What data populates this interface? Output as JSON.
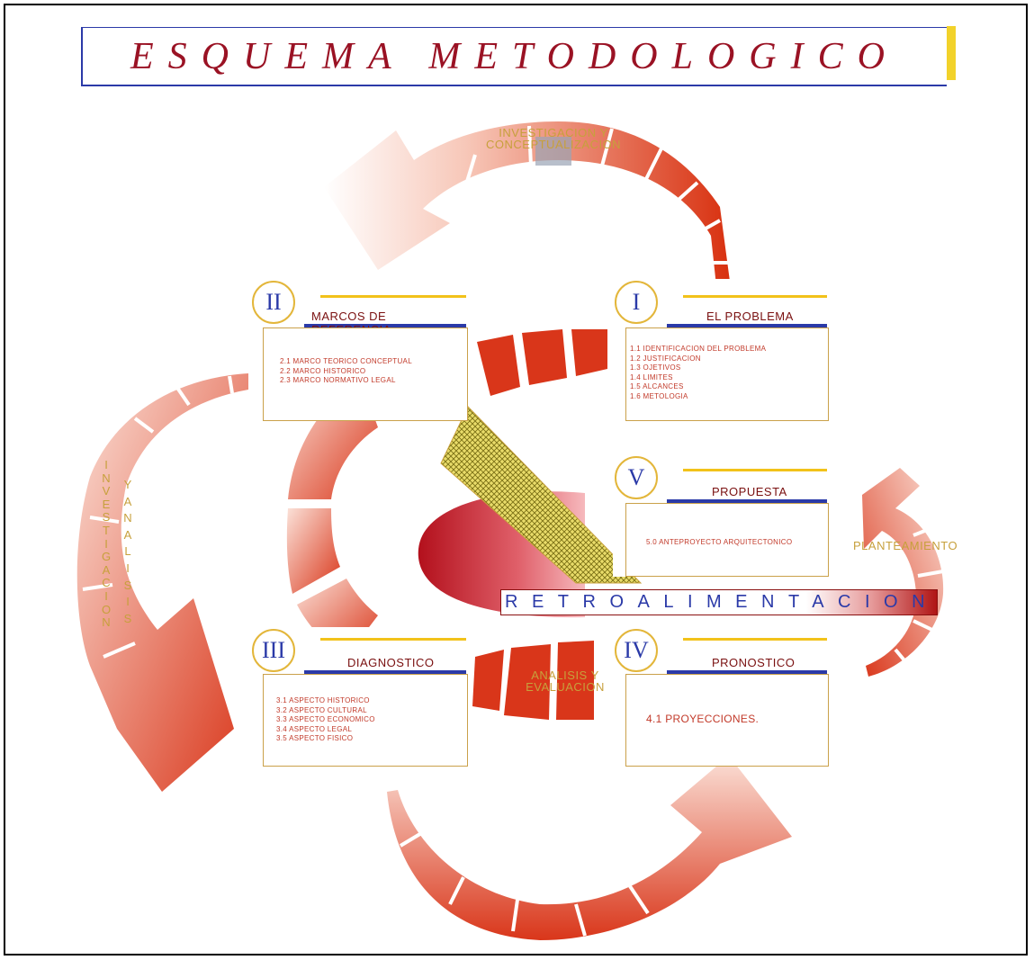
{
  "title": "ESQUEMA METODOLOGICO",
  "cycle_labels": {
    "top": [
      "INVESTIGACION Y",
      "CONCEPTUALIZACION"
    ],
    "bottom": [
      "ANALISIS Y",
      "EVALUACION"
    ],
    "right": "PLANTEAMIENTO",
    "left_col1": "INVESTIGACION",
    "left_col2": "YANALISIS"
  },
  "feedback_label": "RETROALIMENTACION",
  "boxes": {
    "problema": {
      "numeral": "I",
      "title": "EL PROBLEMA",
      "items": [
        "1.1 IDENTIFICACION DEL PROBLEMA",
        "1.2 JUSTIFICACION",
        "1.3 OJETIVOS",
        "1.4 LIMITES",
        "1.5 ALCANCES",
        "1.6 METOLOGIA"
      ]
    },
    "marcos": {
      "numeral": "II",
      "title": "MARCOS DE REFERENCIA",
      "items": [
        "2.1 MARCO TEORICO CONCEPTUAL",
        "2.2 MARCO HISTORICO",
        "2.3 MARCO NORMATIVO LEGAL"
      ]
    },
    "diagnostico": {
      "numeral": "III",
      "title": "DIAGNOSTICO",
      "items": [
        "3.1 ASPECTO HISTORICO",
        "3.2 ASPECTO CULTURAL",
        "3.3 ASPECTO ECONOMICO",
        "3.4 ASPECTO LEGAL",
        "3.5 ASPECTO FISICO"
      ]
    },
    "pronostico": {
      "numeral": "IV",
      "title": "PRONOSTICO",
      "items": [
        "4.1 PROYECCIONES."
      ]
    },
    "propuesta": {
      "numeral": "V",
      "title": "PROPUESTA",
      "items": [
        "5.0 ANTEPROYECTO ARQUITECTONICO"
      ]
    }
  },
  "colors": {
    "red_dark": "#c8240f",
    "red_light": "#f4b7a8",
    "blue": "#2b3aa8",
    "gold": "#e3b63a",
    "title_red": "#9a1224"
  }
}
